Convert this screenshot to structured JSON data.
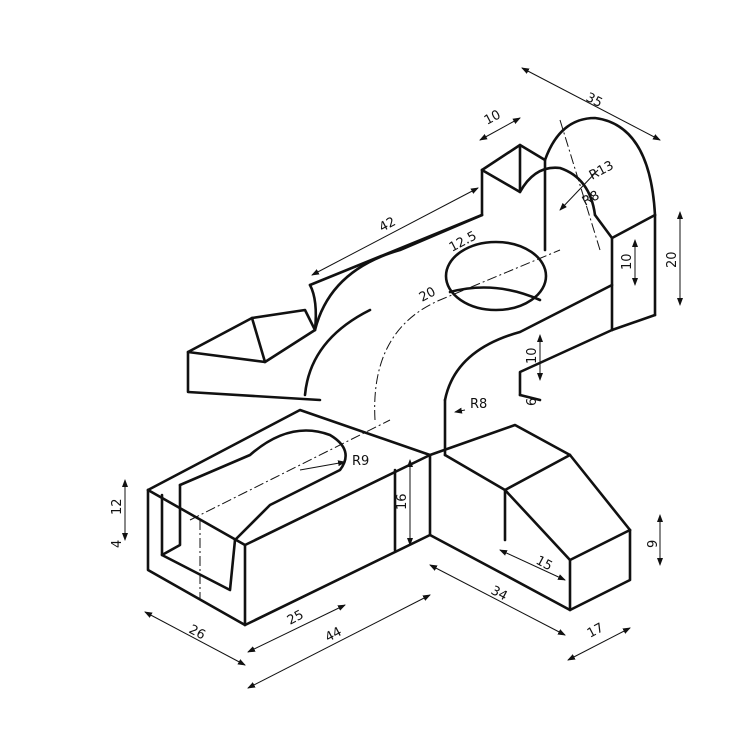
{
  "drawing": {
    "dimensions": {
      "top_width": "35",
      "top_block_thickness": "10",
      "arch_outer_radius": "R13",
      "arch_inner_radius": "R8",
      "beam_length": "42",
      "hole_diameter": "12.5",
      "hole_offset": "20",
      "right_block_step": "10",
      "right_block_height": "20",
      "step_height": "10",
      "step_small": "6",
      "bend_radius": "R8",
      "slot_radius": "R9",
      "left_slot_depth": "12",
      "left_base_thickness": "4",
      "left_block_height": "16",
      "left_block_width": "26",
      "slot_length": "25",
      "left_block_length": "44",
      "right_arm_length": "34",
      "chamfer_length": "15",
      "right_arm_height": "9",
      "right_arm_width": "17"
    }
  }
}
